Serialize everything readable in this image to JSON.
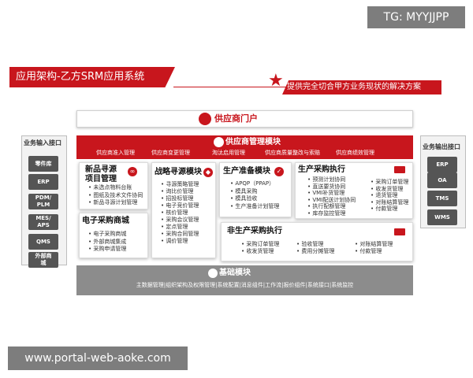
{
  "watermark_top": "TG: MYYJJPP",
  "watermark_bottom": "www.portal-web-aoke.com",
  "title": "应用架构-乙方SRM应用系统",
  "slogan": "提供完全切合甲方业务现状的解决方案",
  "portal": {
    "label": "供应商门户"
  },
  "left_panel": {
    "title": "业务输入接口",
    "items": [
      "零件库",
      "ERP",
      "PDM/\nPLM",
      "MES/\nAPS",
      "QMS",
      "外部商\n城"
    ]
  },
  "right_panel": {
    "title": "业务输出接口",
    "items": [
      "ERP",
      "OA",
      "TMS",
      "WMS"
    ]
  },
  "mgmt": {
    "title": "供应商管理模块",
    "items": [
      "供应商准入管理",
      "供应商变更管理",
      "淘汰启用管理",
      "供应商质量整改与索赔",
      "供应商绩效管理"
    ]
  },
  "sourcing": {
    "title_line1": "新品寻源",
    "title_line2": "项目管理",
    "items": [
      "未选点物料台账",
      "图纸及技术文件协同",
      "新品寻源计划管理"
    ]
  },
  "ecommerce": {
    "title": "电子采购商城",
    "items": [
      "电子采购商城",
      "外部商城集成",
      "采购申请管理"
    ]
  },
  "strategic": {
    "title": "战略寻源模块",
    "items": [
      "寻源策略管理",
      "询比价管理",
      "招投标管理",
      "电子竞价管理",
      "核价管理",
      "采购会议管理",
      "定点管理",
      "采购合同管理",
      "调价管理"
    ]
  },
  "production_prep": {
    "title": "生产准备模块",
    "items": [
      "APQP（PPAP）",
      "模具采购",
      "模具验收",
      "生产准备计划管理"
    ]
  },
  "production_exec": {
    "title": "生产采购执行",
    "col1": [
      "预测计划协同",
      "直送要货协同",
      "VMI补货管理",
      "VMI配送计划协同",
      "执行配额管理",
      "库存监控管理"
    ],
    "col2": [
      "采购订单管理",
      "收发货管理",
      "退货管理",
      "对账结算管理",
      "付款管理"
    ]
  },
  "nonprod_exec": {
    "title": "非生产采购执行",
    "col1": [
      "采购订单管理",
      "收发货管理"
    ],
    "col2": [
      "验收管理",
      "费用分摊管理"
    ],
    "col3": [
      "对账结算管理",
      "付款管理"
    ]
  },
  "base": {
    "title": "基础模块",
    "subtitle": "主数据管理|组织架构及权限管理|系统配置|消息组件|工作流|报价组件|系统接口|系统监控"
  },
  "colors": {
    "accent": "#c8161d",
    "base_gray": "#8c8c8c",
    "side_button": "#555555"
  }
}
